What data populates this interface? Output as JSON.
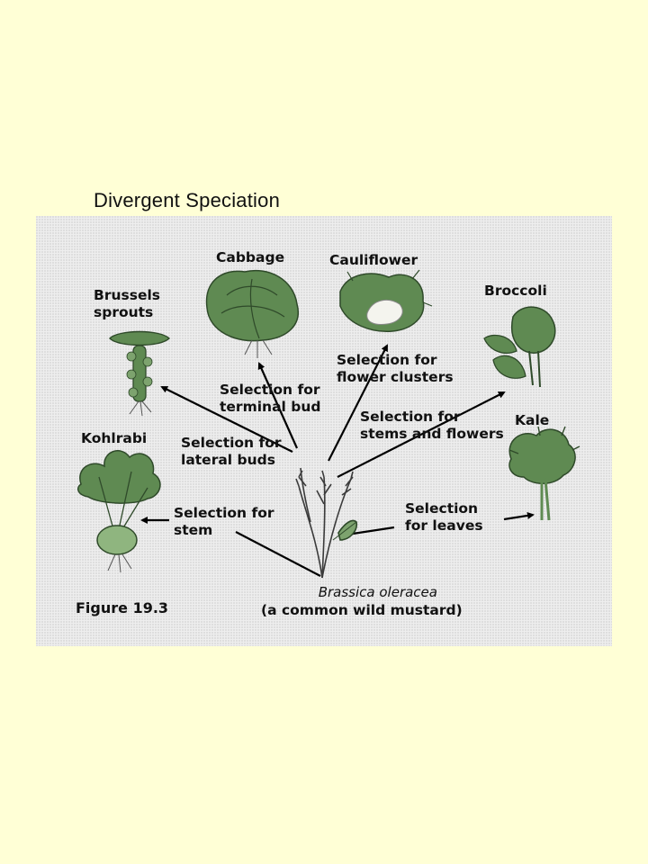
{
  "slide": {
    "title": "Divergent Speciation"
  },
  "figure": {
    "caption": "Figure 19.3",
    "species": {
      "scientific": "Brassica oleracea",
      "common": "(a common wild mustard)"
    },
    "vegetables": {
      "cabbage": "Cabbage",
      "cauliflower": "Cauliflower",
      "brussels": [
        "Brussels",
        "sprouts"
      ],
      "broccoli": "Broccoli",
      "kale": "Kale",
      "kohlrabi": "Kohlrabi"
    },
    "selections": {
      "terminal_bud": [
        "Selection for",
        "terminal bud"
      ],
      "flower_clusters": [
        "Selection for",
        "flower clusters"
      ],
      "lateral_buds": [
        "Selection for",
        "lateral buds"
      ],
      "stems_flowers": [
        "Selection for",
        "stems and flowers"
      ],
      "stem": [
        "Selection for",
        "stem"
      ],
      "leaves": [
        "Selection",
        "for leaves"
      ]
    },
    "colors": {
      "plant_fill": "#5f8a52",
      "plant_dark": "#2f4a2a",
      "line": "#000000"
    }
  }
}
